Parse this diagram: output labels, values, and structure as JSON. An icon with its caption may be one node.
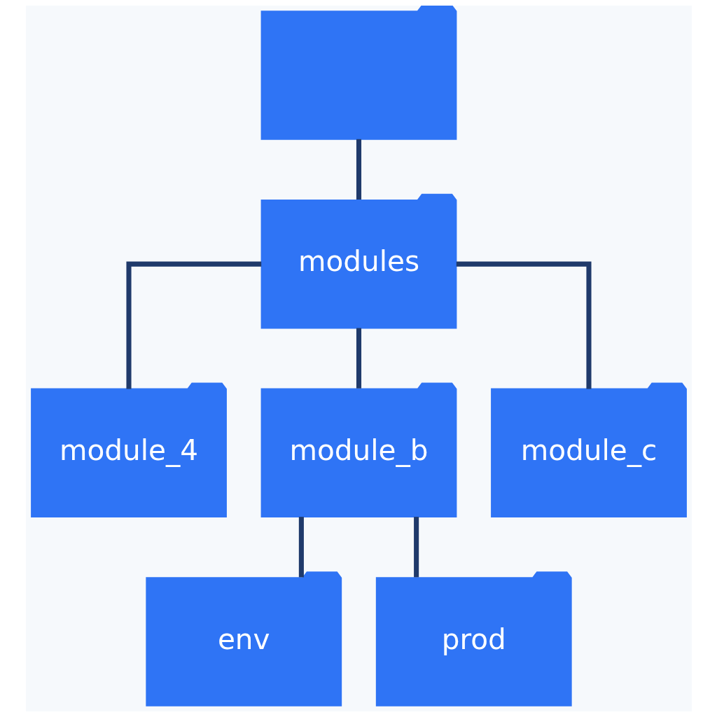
{
  "diagram": {
    "nodes": [
      {
        "text": [],
        "shape": "folder"
      },
      {
        "text": [
          "modules"
        ]
      },
      {
        "text": [
          "module_4"
        ]
      },
      {
        "text": [
          "module_b"
        ]
      },
      {
        "text": [
          "module_c"
        ]
      },
      {
        "text": [
          "env"
        ]
      },
      {
        "text": [
          "prod"
        ]
      }
    ],
    "edges": [
      {
        "from": 0,
        "to": 1,
        "arrow": "none"
      },
      {
        "from": 1,
        "to": 2,
        "arrow": "none"
      },
      {
        "from": 1,
        "to": 3,
        "arrow": "none"
      },
      {
        "from": 1,
        "to": 4,
        "arrow": "none"
      },
      {
        "from": 3,
        "to": 5,
        "arrow": "none"
      },
      {
        "from": 3,
        "to": 6,
        "arrow": "none"
      }
    ]
  }
}
